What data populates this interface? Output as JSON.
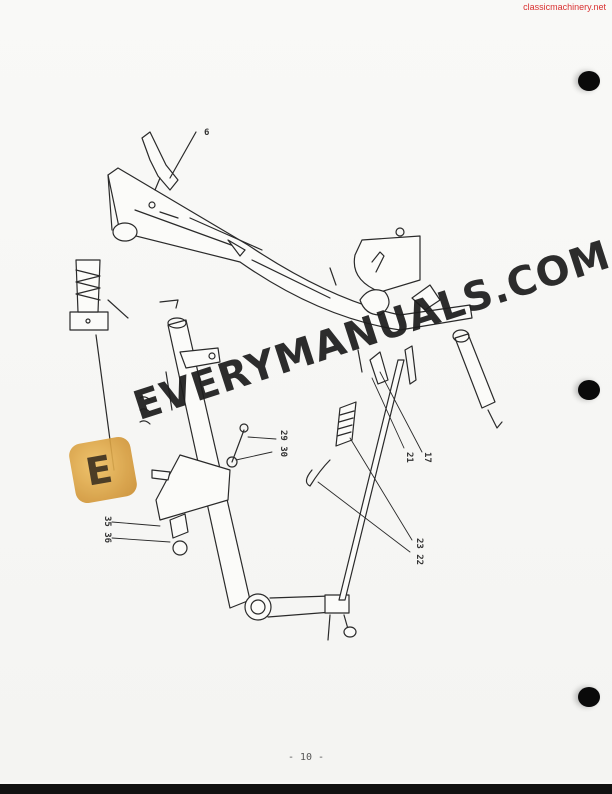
{
  "source_label": "classicmachinery.net",
  "watermark": {
    "text": "EVERYMANUALS.COM",
    "logo_letter": "E"
  },
  "page_number": "- 10 -",
  "callouts": [
    {
      "id": "6",
      "text": "6"
    },
    {
      "id": "29_30",
      "text": "29 30"
    },
    {
      "id": "21",
      "text": "21"
    },
    {
      "id": "17",
      "text": "17"
    },
    {
      "id": "23_22",
      "text": "23 22"
    },
    {
      "id": "35_36",
      "text": "35 36"
    }
  ],
  "colors": {
    "ink": "#2a2a2a",
    "paper": "#f7f7f5",
    "source_red": "#d93030",
    "logo_gold": "#d9a040"
  }
}
